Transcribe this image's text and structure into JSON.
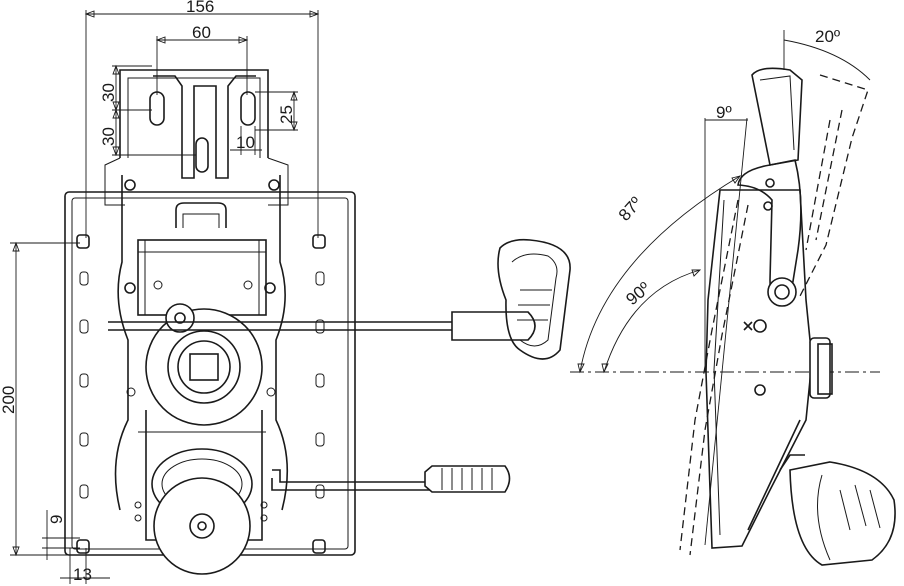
{
  "figure": {
    "title": "Chair tilt mechanism - technical drawing",
    "front_view": {
      "dimensions": {
        "overall_width": "156",
        "slot_spacing": "60",
        "slot_height_top": "30",
        "slot_height_bottom": "30",
        "slot_offset_right": "25",
        "slot_width": "10",
        "mount_height": "200",
        "hole_offset_bottom": "9",
        "hole_offset_left": "13"
      }
    },
    "side_view": {
      "angles": {
        "forward_tilt": "20º",
        "back_angle": "9º",
        "max_recline": "87º",
        "seat_plane": "90º"
      }
    }
  }
}
